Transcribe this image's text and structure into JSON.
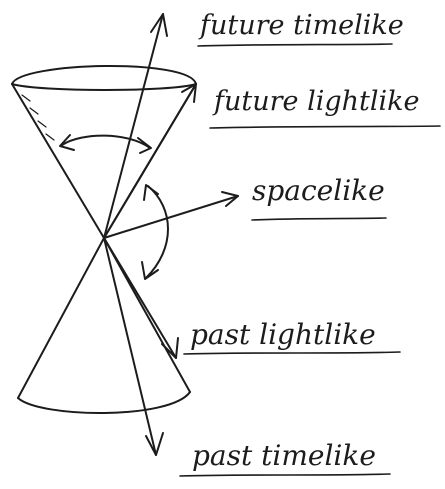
{
  "labels": {
    "future_timelike": "future timelike",
    "future_lightlike": "future lightlike",
    "spacelike": "spacelike",
    "past_lightlike": "past lightlike",
    "past_timelike": "past timelike"
  },
  "ink_color": "#1c1c1c",
  "background_color": "#ffffff"
}
